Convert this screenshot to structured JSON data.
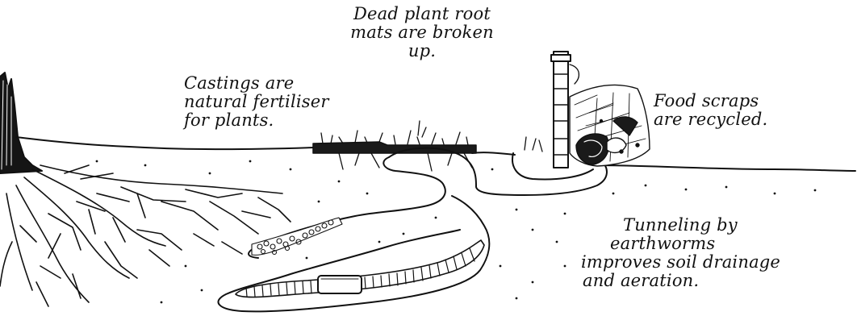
{
  "labels": {
    "roots": [
      "Dead plant root",
      "mats are broken",
      "up."
    ],
    "castings": [
      "Castings are",
      "natural fertiliser",
      "for plants."
    ],
    "food": [
      "Food scraps",
      "are recycled."
    ],
    "tunneling": [
      "Tunneling by",
      "earthworms",
      "improves soil drainage",
      "and aeration."
    ]
  },
  "colors": {
    "ink": "#111111",
    "paper": "#ffffff"
  }
}
